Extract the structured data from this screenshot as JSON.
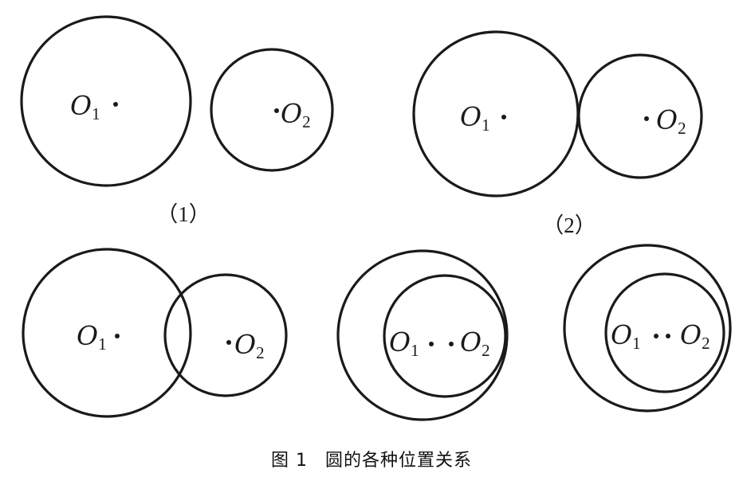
{
  "center_labels": {
    "o1_main": "O",
    "o1_sub": "1",
    "o2_main": "O",
    "o2_sub": "2"
  },
  "panel_labels": {
    "panel1": "（1）",
    "panel2": "（2）"
  },
  "caption": {
    "figure_number": "图 1",
    "title": "圆的各种位置关系"
  }
}
